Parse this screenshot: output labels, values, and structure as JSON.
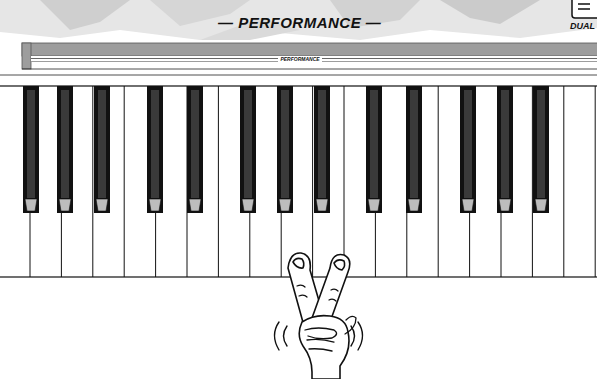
{
  "diagram": {
    "title": "— PERFORMANCE —",
    "labels": [
      "PERFORMANCE",
      "DUAL"
    ]
  }
}
